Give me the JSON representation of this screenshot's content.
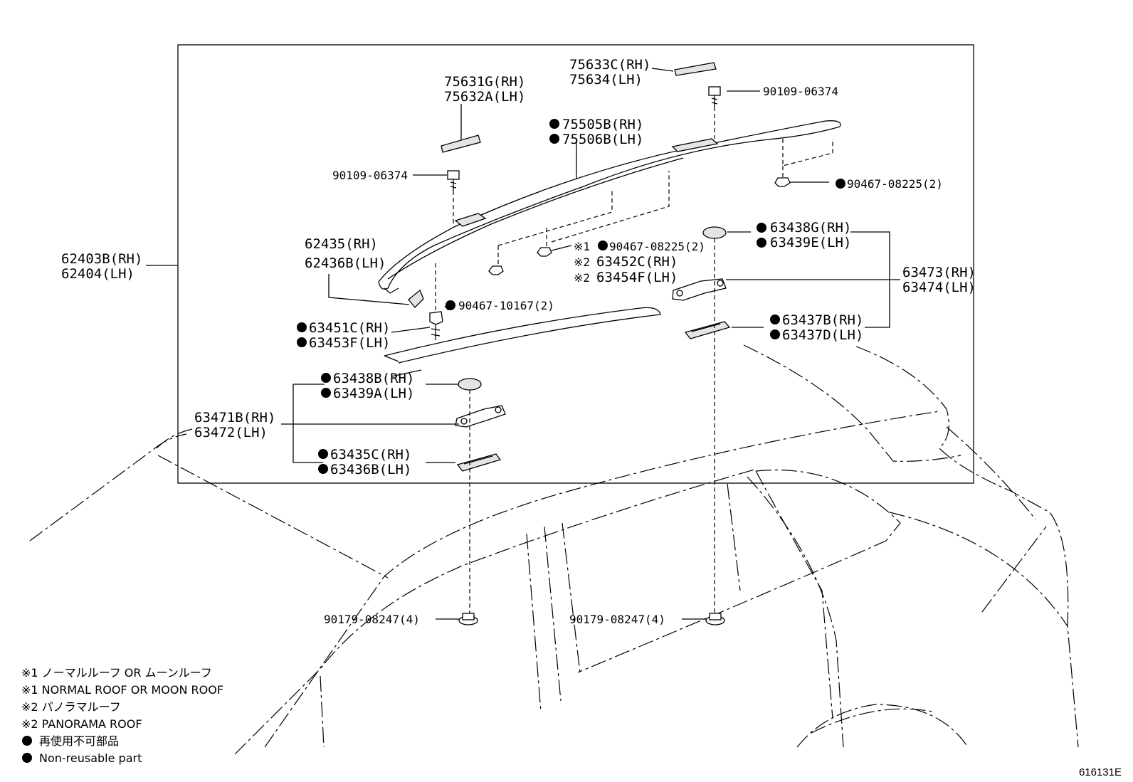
{
  "labels": {
    "l_75633C": "75633C(RH)",
    "l_75634": "75634(LH)",
    "l_90109_top": "90109-06374",
    "l_75631G": "75631G(RH)",
    "l_75632A": "75632A(LH)",
    "l_75505B": "75505B(RH)",
    "l_75506B": "75506B(LH)",
    "l_90109_mid": "90109-06374",
    "l_90467_08225_right": "90467-08225(2)",
    "l_63438G": "63438G(RH)",
    "l_63439E": "63439E(LH)",
    "l_62403B": "62403B(RH)",
    "l_62404": "62404(LH)",
    "l_62435": "62435(RH)",
    "l_62436B": "62436B(LH)",
    "l_90467_08225_mid": "90467-08225(2)",
    "l_63452C": "63452C(RH)",
    "l_63454F": "63454F(LH)",
    "l_63473": "63473(RH)",
    "l_63474": "63474(LH)",
    "l_90467_10167": "90467-10167(2)",
    "l_63451C": "63451C(RH)",
    "l_63453F": "63453F(LH)",
    "l_63437B": "63437B(RH)",
    "l_63437D": "63437D(LH)",
    "l_63438B": "63438B(RH)",
    "l_63439A": "63439A(LH)",
    "l_63471B": "63471B(RH)",
    "l_63472": "63472(LH)",
    "l_63435C": "63435C(RH)",
    "l_63436B": "63436B(LH)",
    "l_90179_left": "90179-08247(4)",
    "l_90179_right": "90179-08247(4)"
  },
  "marks": {
    "ref1": "※1",
    "ref2": "※2"
  },
  "legend": [
    "※1 ノーマルルーフ OR ムーンルーフ",
    "※1 NORMAL ROOF OR MOON ROOF",
    "※2 パノラマルーフ",
    "※2 PANORAMA ROOF",
    "再使用不可部品",
    "Non-reusable part"
  ],
  "figure_code": "616131E"
}
